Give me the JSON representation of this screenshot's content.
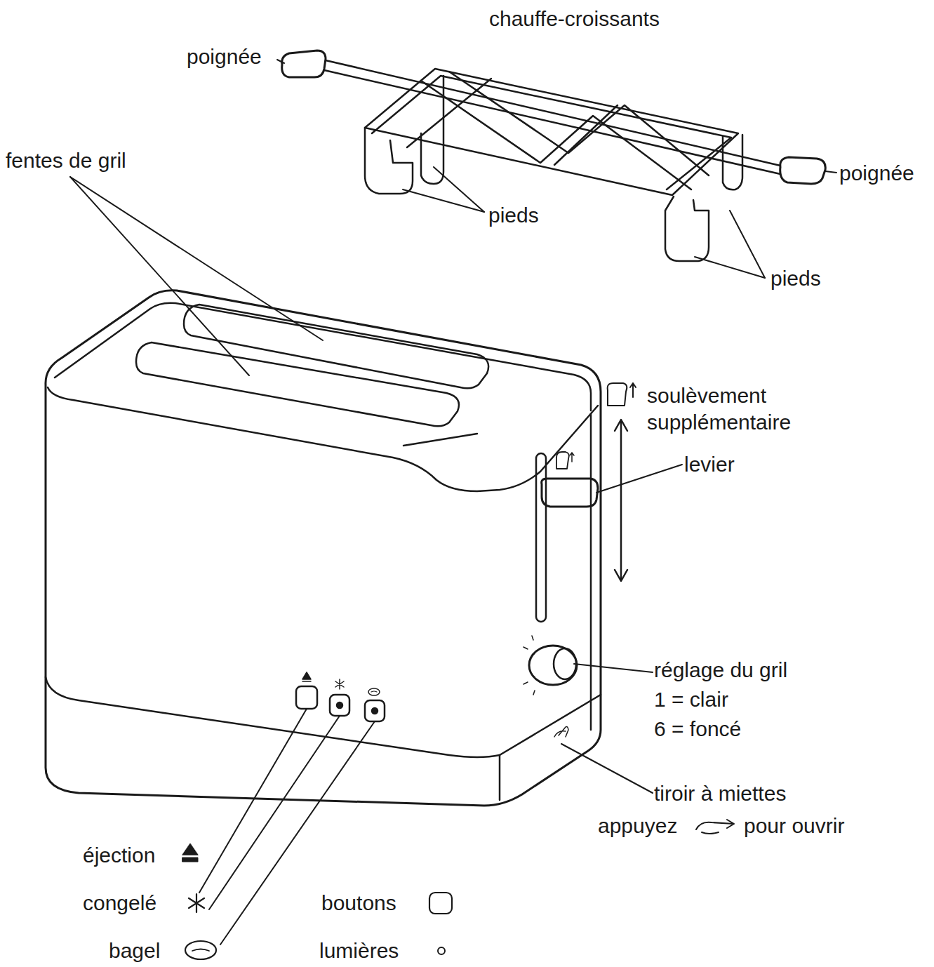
{
  "diagram": {
    "labels": [
      "chauffe-croissants",
      "poignée",
      "poignée",
      "pieds",
      "pieds",
      "fentes de gril",
      "soulèvement supplémentaire",
      "levier",
      "réglage du gril",
      "1 = clair",
      "6 = foncé",
      "tiroir à miettes",
      "appuyez",
      "pour ouvrir",
      "éjection",
      "congelé",
      "bagel"
    ],
    "legend": [
      {
        "text": "boutons"
      },
      {
        "text": "lumières"
      }
    ]
  }
}
